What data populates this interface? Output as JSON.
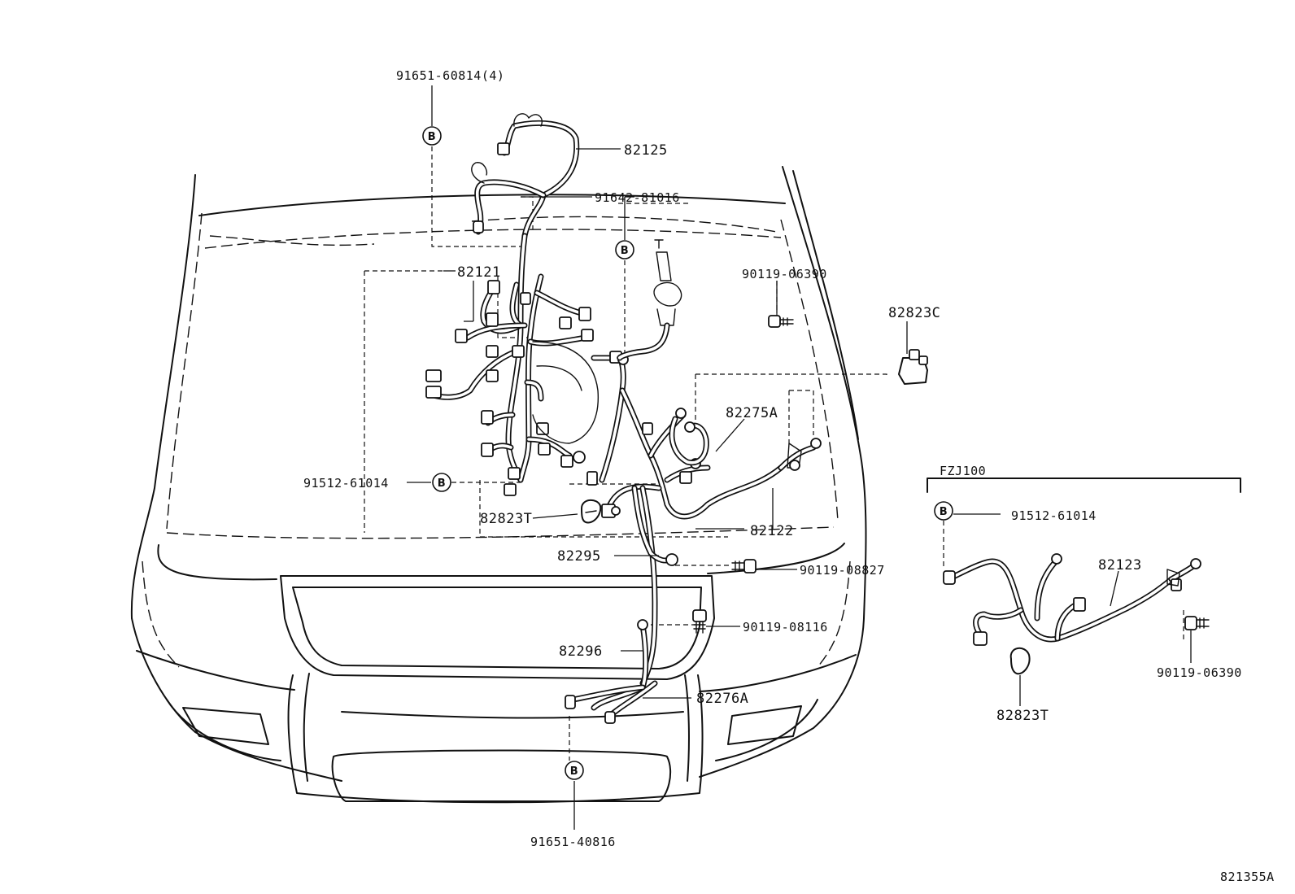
{
  "labels": {
    "p91651_60814": "91651-60814(4)",
    "p82125": "82125",
    "p91642_81016": "91642-81016",
    "p82121": "82121",
    "p90119_06390_a": "90119-06390",
    "p82823C": "82823C",
    "p82275A": "82275A",
    "p91512_61014_a": "91512-61014",
    "p82823T_a": "82823T",
    "p82122": "82122",
    "p82295": "82295",
    "p90119_08827": "90119-08827",
    "p90119_08116": "90119-08116",
    "p82296": "82296",
    "p82276A": "82276A",
    "p91651_40816": "91651-40816",
    "fzj100": "FZJ100",
    "p91512_61014_b": "91512-61014",
    "p82123": "82123",
    "p90119_06390_b": "90119-06390",
    "p82823T_b": "82823T",
    "diagram_id": "821355A"
  },
  "marker_letter": "B"
}
